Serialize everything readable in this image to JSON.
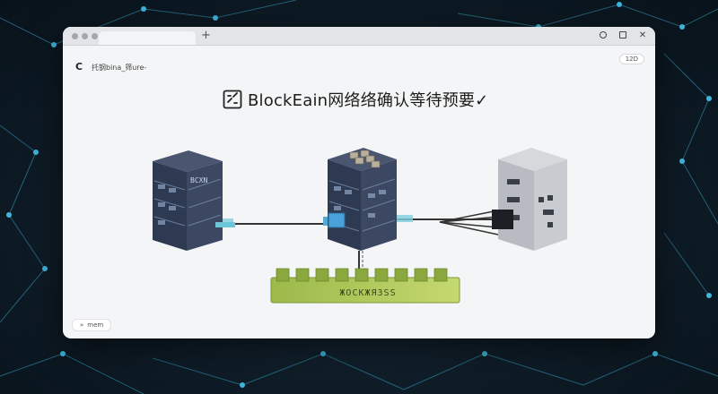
{
  "window": {
    "new_tab_label": "+",
    "controls": [
      "minimize",
      "maximize",
      "close"
    ]
  },
  "app": {
    "logo_glyph": "C",
    "title": "托钢bina_筛ure-",
    "top_badge": "12D"
  },
  "page": {
    "title": "BlockEain网络络确认等待预要✓",
    "title_icon": "block-link-icon"
  },
  "diagram": {
    "nodes": [
      {
        "name": "left-node",
        "label": "BCXN",
        "style": "dark"
      },
      {
        "name": "center-node",
        "label": "",
        "style": "dark"
      },
      {
        "name": "right-node",
        "label": "",
        "style": "light"
      }
    ],
    "pending_block": {
      "label": "ЖOCKЖЯЗSS",
      "color_from": "#9cb94a",
      "color_to": "#c4d870"
    }
  },
  "status": {
    "icon": "arrow-icon",
    "label": "mem"
  },
  "colors": {
    "accent": "#3fa0c8",
    "window_bg": "#f4f5f6",
    "background": "#0f1d28"
  }
}
